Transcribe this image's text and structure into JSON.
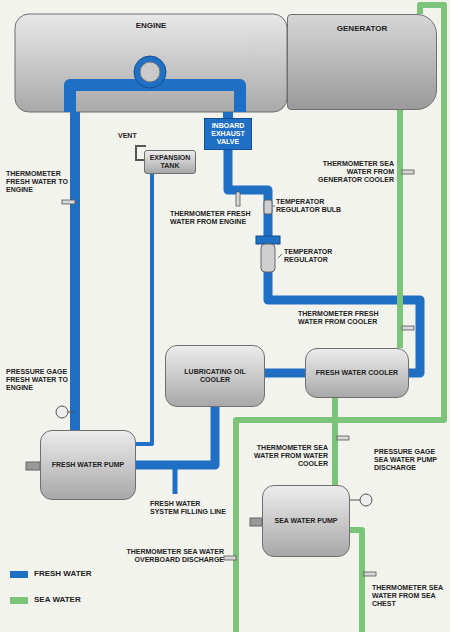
{
  "diagram": {
    "nodes": [
      {
        "text": [
          "ENGINE"
        ]
      },
      {
        "text": [
          "GENERATOR"
        ]
      },
      {
        "text": [
          "EXPANSION TANK"
        ]
      },
      {
        "text": [
          "INBOARD EXHAUST VALVE"
        ]
      },
      {
        "text": [
          "LUBRICATING OIL COOLER"
        ]
      },
      {
        "text": [
          "FRESH WATER COOLER"
        ]
      },
      {
        "text": [
          "FRESH WATER PUMP"
        ]
      },
      {
        "text": [
          "SEA WATER PUMP"
        ]
      }
    ],
    "edges": [
      {
        "from": 6,
        "to": 0,
        "arrow": "none"
      },
      {
        "from": 0,
        "to": 3,
        "arrow": "none"
      },
      {
        "from": 3,
        "to": 5,
        "arrow": "none"
      },
      {
        "from": 5,
        "to": 4,
        "arrow": "none"
      },
      {
        "from": 4,
        "to": 6,
        "arrow": "none"
      },
      {
        "from": 2,
        "to": 6,
        "arrow": "none"
      },
      {
        "from": 7,
        "to": 5,
        "arrow": "none"
      },
      {
        "from": 5,
        "to": 1,
        "arrow": "none"
      }
    ],
    "labels": [
      "THERMOMETER FRESH WATER TO ENGINE",
      "VENT",
      "THERMOMETER FRESH WATER FROM ENGINE",
      "TEMPERATOR REGULATOR BULB",
      "THERMOMETER SEA WATER FROM GENERATOR COOLER",
      "TEMPERATOR REGULATOR",
      "THERMOMETER FRESH WATER FROM COOLER",
      "PRESSURE GAGE FRESH WATER TO ENGINE",
      "PRESSURE GAGE SEA WATER PUMP DISCHARGE",
      "THERMOMETER SEA WATER FROM WATER COOLER",
      "FRESH WATER SYSTEM FILLING LINE",
      "THERMOMETER SEA WATER OVERBOARD DISCHARGE",
      "THERMOMETER SEA WATER FROM SEA CHEST"
    ],
    "legend": [
      {
        "text": "FRESH WATER",
        "color": "#1f6fc4"
      },
      {
        "text": "SEA WATER",
        "color": "#7cc47a"
      }
    ]
  }
}
